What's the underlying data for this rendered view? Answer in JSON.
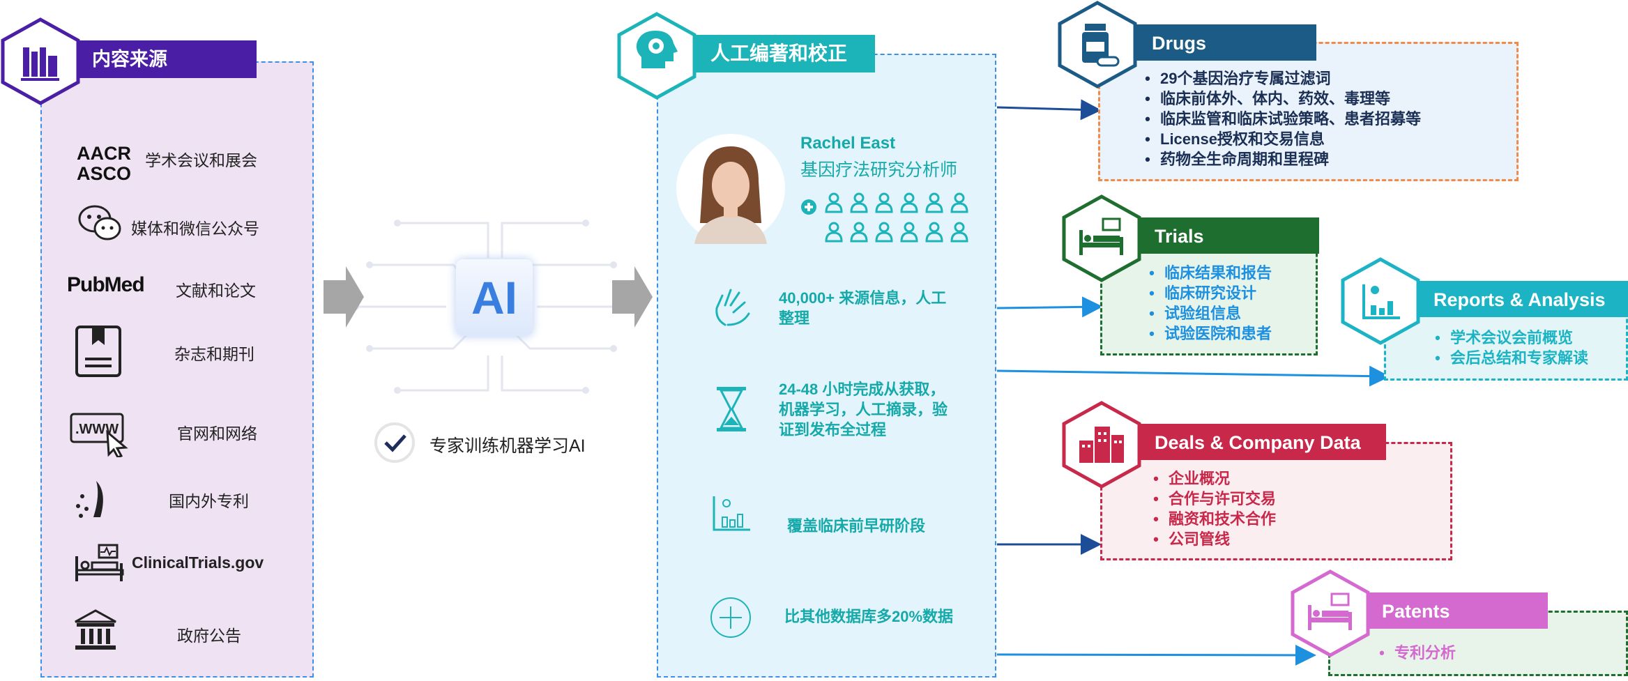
{
  "colors": {
    "purple": "#4a1ea5",
    "teal": "#1cb4b8",
    "navy": "#1b5b86",
    "green": "#1e6e2f",
    "red": "#c8284a",
    "pink": "#d46ad0",
    "dash_blue": "#3f8ee8"
  },
  "sources": {
    "title": "内容来源",
    "items": [
      {
        "logo": "AACR\nASCO",
        "label": "学术会议和展会",
        "icon": "conference-logo"
      },
      {
        "logo": "",
        "label": "媒体和微信公众号",
        "icon": "wechat-icon"
      },
      {
        "logo": "PubMed",
        "label": "文献和论文",
        "icon": "pubmed-logo"
      },
      {
        "logo": "",
        "label": "杂志和期刊",
        "icon": "journal-icon"
      },
      {
        "logo": ".WWW",
        "label": "官网和网络",
        "icon": "website-icon"
      },
      {
        "logo": "",
        "label": "国内外专利",
        "icon": "patent-icon"
      },
      {
        "logo": "",
        "label": "ClinicalTrials.gov",
        "icon": "clinical-bed-icon"
      },
      {
        "logo": "",
        "label": "政府公告",
        "icon": "government-icon"
      }
    ]
  },
  "ai": {
    "chip_label": "AI",
    "caption": "专家训练机器学习AI"
  },
  "curation": {
    "title": "人工编著和校正",
    "analyst_name": "Rachel East",
    "analyst_role": "基因疗法研究分析师",
    "team_count_icons": 12,
    "features": [
      {
        "icon": "sign-language-icon",
        "text": "40,000+ 来源信息，人工\n整理"
      },
      {
        "icon": "hourglass-icon",
        "text": "24-48 小时完成从获取，\n机器学习，人工摘录，验\n证到发布全过程"
      },
      {
        "icon": "lab-chart-icon",
        "text": "覆盖临床前早研阶段"
      },
      {
        "icon": "plus-circle-icon",
        "text": "比其他数据库多20%数据"
      }
    ]
  },
  "categories": {
    "drugs": {
      "title": "Drugs",
      "items": [
        "29个基因治疗专属过滤词",
        "临床前体外、体内、药效、毒理等",
        "临床监管和临床试验策略、患者招募等",
        "License授权和交易信息",
        "药物全生命周期和里程碑"
      ]
    },
    "trials": {
      "title": "Trials",
      "items": [
        "临床结果和报告",
        "临床研究设计",
        "试验组信息",
        "试验医院和患者"
      ]
    },
    "reports": {
      "title": "Reports & Analysis",
      "items": [
        "学术会议会前概览",
        "会后总结和专家解读"
      ]
    },
    "deals": {
      "title": "Deals & Company Data",
      "items": [
        "企业概况",
        "合作与许可交易",
        "融资和技术合作",
        "公司管线"
      ]
    },
    "patents": {
      "title": "Patents",
      "items": [
        "专利分析"
      ]
    }
  }
}
